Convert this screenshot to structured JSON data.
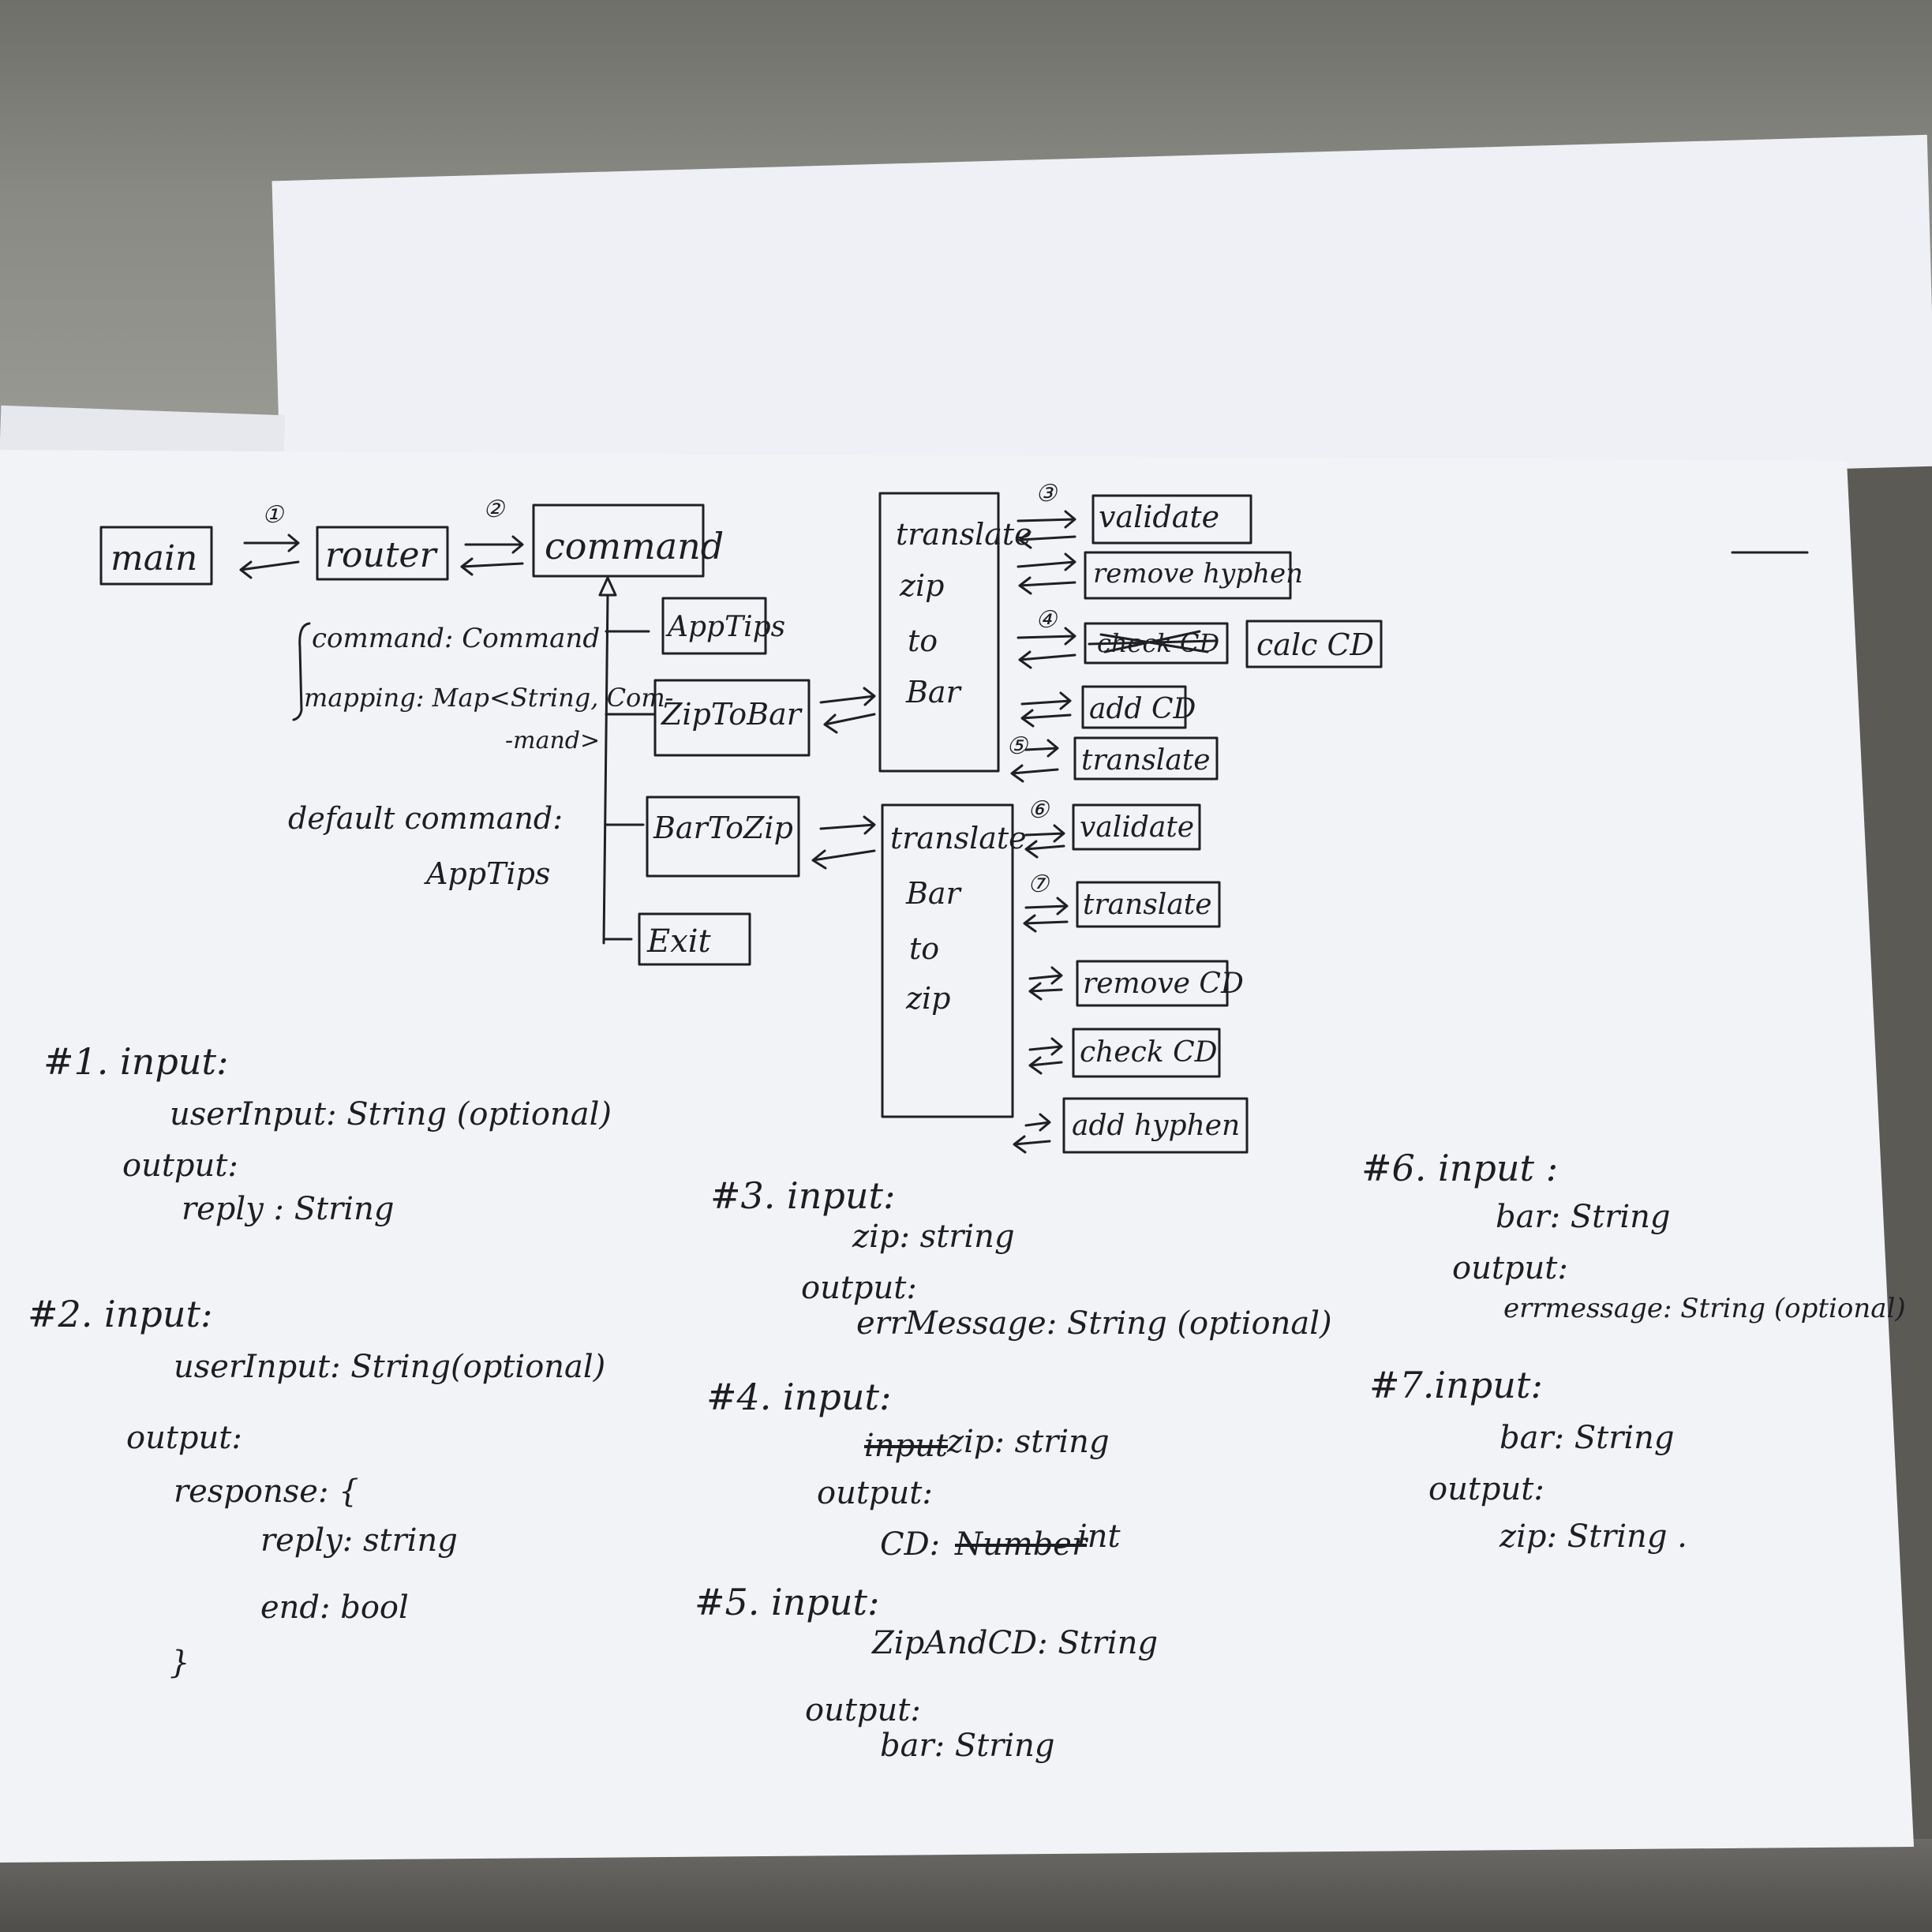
{
  "diagram": {
    "top_row": {
      "main": "main",
      "router": "router",
      "command": "command",
      "step1": "①",
      "step2": "②"
    },
    "router_fields": [
      "command: Command",
      "mapping: Map<String, Com-",
      "-mand>"
    ],
    "default_command": [
      "default command:",
      "AppTips"
    ],
    "commands": [
      "AppTips",
      "ZipToBar",
      "BarToZip",
      "Exit"
    ],
    "zip_to_bar_box": [
      "translate",
      "zip",
      "to",
      "Bar"
    ],
    "bar_to_zip_box": [
      "translate",
      "Bar",
      "to",
      "zip"
    ],
    "zip_to_bar_steps": {
      "validate": "validate",
      "remove_hyphen": "remove hyphen",
      "check_cd_struck": "check CD",
      "calc_cd": "calc CD",
      "add_cd": "add CD",
      "translate": "translate",
      "marker3": "③",
      "marker4": "④",
      "marker5": "⑤"
    },
    "bar_to_zip_steps": {
      "validate": "validate",
      "translate": "translate",
      "remove_cd": "remove CD",
      "check_cd": "check CD",
      "add_hyphen": "add hyphen",
      "marker6": "⑥",
      "marker7": "⑦"
    }
  },
  "notes": {
    "n1": [
      "#1.  input:",
      "userInput: String (optional)",
      "output:",
      "reply : String"
    ],
    "n2": [
      "#2.  input:",
      "userInput: String(optional)",
      "output:",
      "response: {",
      "reply: string",
      "end: bool",
      "}"
    ],
    "n3": [
      "#3.  input:",
      "zip: string",
      "output:",
      "errMessage: String (optional)"
    ],
    "n4": [
      "#4.  input:",
      "input",
      "zip: string",
      "output:",
      "CD:",
      "Number",
      "int"
    ],
    "n5": [
      "#5.  input:",
      "ZipAndCD: String",
      "output:",
      "bar: String"
    ],
    "n6": [
      "#6. input :",
      "bar: String",
      "output:",
      "errmessage: String (optional)"
    ],
    "n7": [
      "#7.input:",
      "bar: String",
      "output:",
      "zip: String ."
    ]
  }
}
